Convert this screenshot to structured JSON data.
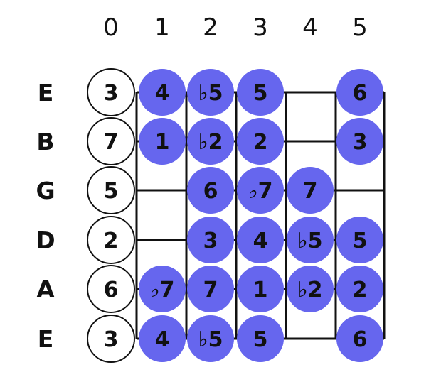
{
  "fret_numbers": [
    "0",
    "1",
    "2",
    "3",
    "4",
    "5"
  ],
  "strings": [
    {
      "name": "E",
      "notes": [
        "3",
        "4",
        "♭5",
        "5",
        "",
        "6"
      ]
    },
    {
      "name": "B",
      "notes": [
        "7",
        "1",
        "♭2",
        "2",
        "",
        "3"
      ]
    },
    {
      "name": "G",
      "notes": [
        "5",
        "",
        "6",
        "♭7",
        "7",
        ""
      ]
    },
    {
      "name": "D",
      "notes": [
        "2",
        "",
        "3",
        "4",
        "♭5",
        "5"
      ]
    },
    {
      "name": "A",
      "notes": [
        "6",
        "♭7",
        "7",
        "1",
        "♭2",
        "2"
      ]
    },
    {
      "name": "E",
      "notes": [
        "3",
        "4",
        "♭5",
        "5",
        "",
        "6"
      ]
    }
  ],
  "colors": {
    "note_fill": "#6666ee",
    "open_fill": "#ffffff",
    "line": "#111111"
  }
}
